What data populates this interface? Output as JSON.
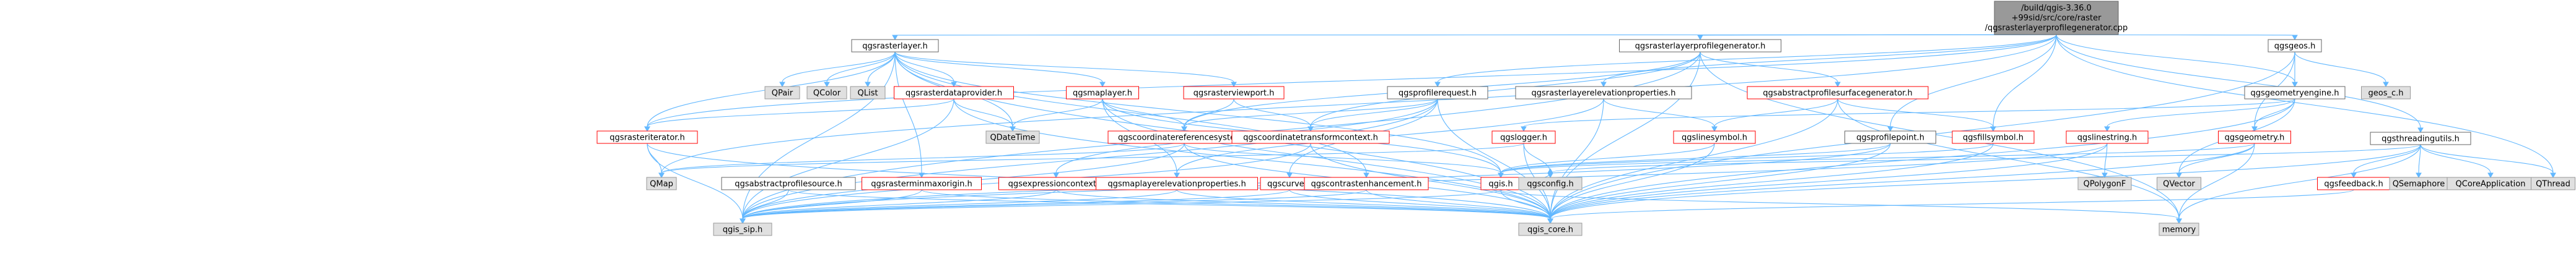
{
  "title_lines": [
    "/build/qgis-3.36.0",
    "+99sid/src/core/raster",
    "/qgsrasterlayerprofilegenerator.cpp"
  ],
  "colors": {
    "root_fill": "#999999",
    "linked_fill": "#ffffff",
    "linked_border": "#ff0000",
    "plain_fill": "#e0e0e0",
    "plain_border": "#999999",
    "edge": "#63b8ff"
  },
  "nodes": [
    {
      "id": "qgsrasterlayer_h",
      "label": "qgsrasterlayer.h",
      "kind": "plain"
    },
    {
      "id": "qgsrasterlayerprofilegenerator_h",
      "label": "qgsrasterlayerprofilegenerator.h",
      "kind": "plain"
    },
    {
      "id": "qgsgeos_h",
      "label": "qgsgeos.h",
      "kind": "plain"
    },
    {
      "id": "qpair",
      "label": "QPair",
      "kind": "external"
    },
    {
      "id": "qcolor",
      "label": "QColor",
      "kind": "external"
    },
    {
      "id": "qlist",
      "label": "QList",
      "kind": "external"
    },
    {
      "id": "qgsrasterdataprovider_h",
      "label": "qgsrasterdataprovider.h",
      "kind": "linked"
    },
    {
      "id": "qgsmaplayer_h",
      "label": "qgsmaplayer.h",
      "kind": "linked"
    },
    {
      "id": "qgsrasterviewport_h",
      "label": "qgsrasterviewport.h",
      "kind": "linked"
    },
    {
      "id": "qgsprofilerequest_h",
      "label": "qgsprofilerequest.h",
      "kind": "plain"
    },
    {
      "id": "qgsrasterlayerelevationproperties_h",
      "label": "qgsrasterlayerelevationproperties.h",
      "kind": "plain"
    },
    {
      "id": "qgsabstractprofilesurfacegenerator_h",
      "label": "qgsabstractprofilesurfacegenerator.h",
      "kind": "linked"
    },
    {
      "id": "qgsgeometryengine_h",
      "label": "qgsgeometryengine.h",
      "kind": "plain"
    },
    {
      "id": "geos_c_h",
      "label": "geos_c.h",
      "kind": "external"
    },
    {
      "id": "qgsthreadingutils_h",
      "label": "qgsthreadingutils.h",
      "kind": "plain"
    },
    {
      "id": "qgsrasteriterator_h",
      "label": "qgsrasteriterator.h",
      "kind": "linked"
    },
    {
      "id": "qdatetime",
      "label": "QDateTime",
      "kind": "external"
    },
    {
      "id": "qgscoordinatereferencesystem_h",
      "label": "qgscoordinatereferencesystem.h",
      "kind": "linked"
    },
    {
      "id": "qgscoordinatetransformcontext_h",
      "label": "qgscoordinatetransformcontext.h",
      "kind": "linked"
    },
    {
      "id": "qgslogger_h",
      "label": "qgslogger.h",
      "kind": "linked"
    },
    {
      "id": "qgslinesymbol_h",
      "label": "qgslinesymbol.h",
      "kind": "linked"
    },
    {
      "id": "qgsprofilepoint_h",
      "label": "qgsprofilepoint.h",
      "kind": "plain"
    },
    {
      "id": "qgsfillsymbol_h",
      "label": "qgsfillsymbol.h",
      "kind": "linked"
    },
    {
      "id": "qgslinestring_h",
      "label": "qgslinestring.h",
      "kind": "linked"
    },
    {
      "id": "qgsgeometry_h",
      "label": "qgsgeometry.h",
      "kind": "linked"
    },
    {
      "id": "qmap",
      "label": "QMap",
      "kind": "external"
    },
    {
      "id": "qgsabstractprofilesource_h",
      "label": "qgsabstractprofilesource.h",
      "kind": "plain"
    },
    {
      "id": "qgsrasterminmaxorigin_h",
      "label": "qgsrasterminmaxorigin.h",
      "kind": "linked"
    },
    {
      "id": "qgsexpressioncontext_h",
      "label": "qgsexpressioncontext.h",
      "kind": "linked"
    },
    {
      "id": "qgsmaplayerelevationproperties_h",
      "label": "qgsmaplayerelevationproperties.h",
      "kind": "linked"
    },
    {
      "id": "qgscurve_h",
      "label": "qgscurve.h",
      "kind": "linked"
    },
    {
      "id": "qgscontrastenhancement_h",
      "label": "qgscontrastenhancement.h",
      "kind": "linked"
    },
    {
      "id": "qgis_h",
      "label": "qgis.h",
      "kind": "linked"
    },
    {
      "id": "qgsconfig_h",
      "label": "qgsconfig.h",
      "kind": "external"
    },
    {
      "id": "qpolygonf",
      "label": "QPolygonF",
      "kind": "external"
    },
    {
      "id": "qgsfeedback_h",
      "label": "qgsfeedback.h",
      "kind": "linked"
    },
    {
      "id": "qsemaphore",
      "label": "QSemaphore",
      "kind": "external"
    },
    {
      "id": "qcoreapplication",
      "label": "QCoreApplication",
      "kind": "external"
    },
    {
      "id": "qthread",
      "label": "QThread",
      "kind": "external"
    },
    {
      "id": "qvector",
      "label": "QVector",
      "kind": "external"
    },
    {
      "id": "qgis_sip_h",
      "label": "qgis_sip.h",
      "kind": "external"
    },
    {
      "id": "qgis_core_h",
      "label": "qgis_core.h",
      "kind": "external"
    },
    {
      "id": "memory",
      "label": "memory",
      "kind": "external"
    }
  ],
  "edges": [
    [
      "root",
      "qgsrasterlayer_h"
    ],
    [
      "root",
      "qgsrasterlayerprofilegenerator_h"
    ],
    [
      "root",
      "qgsgeos_h"
    ],
    [
      "root",
      "qgsrasteriterator_h"
    ],
    [
      "root",
      "qmap"
    ],
    [
      "root",
      "qgsprofilerequest_h"
    ],
    [
      "root",
      "qgsrasterlayerelevationproperties_h"
    ],
    [
      "root",
      "qgsprofilepoint_h"
    ],
    [
      "root",
      "qgsfillsymbol_h"
    ],
    [
      "root",
      "qgsgeometryengine_h"
    ],
    [
      "root",
      "qgsthreadingutils_h"
    ],
    [
      "root",
      "qthread"
    ],
    [
      "qgsrasterlayer_h",
      "qpair"
    ],
    [
      "qgsrasterlayer_h",
      "qcolor"
    ],
    [
      "qgsrasterlayer_h",
      "qlist"
    ],
    [
      "qgsrasterlayer_h",
      "qgsrasterdataprovider_h"
    ],
    [
      "qgsrasterlayer_h",
      "qgsmaplayer_h"
    ],
    [
      "qgsrasterlayer_h",
      "qgsrasterviewport_h"
    ],
    [
      "qgsrasterlayer_h",
      "qdatetime"
    ],
    [
      "qgsrasterlayer_h",
      "qgis_core_h"
    ],
    [
      "qgsrasterlayer_h",
      "qgis_sip_h"
    ],
    [
      "qgsrasterlayer_h",
      "qgsrasterminmaxorigin_h"
    ],
    [
      "qgsrasterlayer_h",
      "qgscontrastenhancement_h"
    ],
    [
      "qgsrasterlayer_h",
      "qgis_h"
    ],
    [
      "qgsrasterlayer_h",
      "qgsrasteriterator_h"
    ],
    [
      "qgsrasterlayerprofilegenerator_h",
      "qgsabstractprofilesurfacegenerator_h"
    ],
    [
      "qgsrasterlayerprofilegenerator_h",
      "qgscoordinatereferencesystem_h"
    ],
    [
      "qgsrasterlayerprofilegenerator_h",
      "qgscoordinatetransformcontext_h"
    ],
    [
      "qgsrasterlayerprofilegenerator_h",
      "qgis_core_h"
    ],
    [
      "qgsrasterlayerprofilegenerator_h",
      "qgis_sip_h"
    ],
    [
      "qgsrasterlayerprofilegenerator_h",
      "memory"
    ],
    [
      "qgsgeos_h",
      "geos_c_h"
    ],
    [
      "qgsgeos_h",
      "qgsgeometryengine_h"
    ],
    [
      "qgsgeos_h",
      "qgsgeometry_h"
    ],
    [
      "qgsgeos_h",
      "qgis_core_h"
    ],
    [
      "qgsrasterdataprovider_h",
      "qdatetime"
    ],
    [
      "qgsrasterdataprovider_h",
      "qgis_core_h"
    ],
    [
      "qgsrasterdataprovider_h",
      "qgis_sip_h"
    ],
    [
      "qgsrasterdataprovider_h",
      "qgsrasteriterator_h"
    ],
    [
      "qgsmaplayer_h",
      "qdatetime"
    ],
    [
      "qgsmaplayer_h",
      "qgscoordinatereferencesystem_h"
    ],
    [
      "qgsmaplayer_h",
      "qgsmaplayerelevationproperties_h"
    ],
    [
      "qgsmaplayer_h",
      "qgis_h"
    ],
    [
      "qgsmaplayer_h",
      "qgis_core_h"
    ],
    [
      "qgsrasterviewport_h",
      "qgscoordinatereferencesystem_h"
    ],
    [
      "qgsrasterviewport_h",
      "qgscoordinatetransformcontext_h"
    ],
    [
      "qgsprofilerequest_h",
      "qgscoordinatereferencesystem_h"
    ],
    [
      "qgsprofilerequest_h",
      "qgscoordinatetransformcontext_h"
    ],
    [
      "qgsprofilerequest_h",
      "qgsexpressioncontext_h"
    ],
    [
      "qgsprofilerequest_h",
      "qgscurve_h"
    ],
    [
      "qgsprofilerequest_h",
      "qgis_core_h"
    ],
    [
      "qgsprofilerequest_h",
      "qgis_sip_h"
    ],
    [
      "qgsrasterlayerelevationproperties_h",
      "qgsmaplayerelevationproperties_h"
    ],
    [
      "qgsrasterlayerelevationproperties_h",
      "qgis_core_h"
    ],
    [
      "qgsrasterlayerelevationproperties_h",
      "qgslinesymbol_h"
    ],
    [
      "qgsabstractprofilesurfacegenerator_h",
      "qgslinesymbol_h"
    ],
    [
      "qgsabstractprofilesurfacegenerator_h",
      "qgsfillsymbol_h"
    ],
    [
      "qgsabstractprofilesurfacegenerator_h",
      "qgis_core_h"
    ],
    [
      "qgsabstractprofilesurfacegenerator_h",
      "memory"
    ],
    [
      "qgsgeometryengine_h",
      "qgslogger_h"
    ],
    [
      "qgsgeometryengine_h",
      "qgslinestring_h"
    ],
    [
      "qgsgeometryengine_h",
      "qgsgeometry_h"
    ],
    [
      "qgsgeometryengine_h",
      "qvector"
    ],
    [
      "qgsgeometryengine_h",
      "qgis_core_h"
    ],
    [
      "qgsthreadingutils_h",
      "qgsfeedback_h"
    ],
    [
      "qgsthreadingutils_h",
      "qsemaphore"
    ],
    [
      "qgsthreadingutils_h",
      "qcoreapplication"
    ],
    [
      "qgsthreadingutils_h",
      "qthread"
    ],
    [
      "qgsthreadingutils_h",
      "qgis_core_h"
    ],
    [
      "qgsthreadingutils_h",
      "qgsconfig_h"
    ],
    [
      "qgsthreadingutils_h",
      "memory"
    ],
    [
      "qgsrasteriterator_h",
      "qmap"
    ],
    [
      "qgsrasteriterator_h",
      "qgis_sip_h"
    ],
    [
      "qgsrasteriterator_h",
      "qgis_core_h"
    ],
    [
      "qgscoordinatereferencesystem_h",
      "qmap"
    ],
    [
      "qgscoordinatereferencesystem_h",
      "qgis_core_h"
    ],
    [
      "qgscoordinatereferencesystem_h",
      "qgis_sip_h"
    ],
    [
      "qgscoordinatereferencesystem_h",
      "qgis_h"
    ],
    [
      "qgscoordinatetransformcontext_h",
      "qgis_core_h"
    ],
    [
      "qgscoordinatetransformcontext_h",
      "qgis_sip_h"
    ],
    [
      "qgslogger_h",
      "qgis_core_h"
    ],
    [
      "qgslogger_h",
      "qgsconfig_h"
    ],
    [
      "qgslogger_h",
      "qmap"
    ],
    [
      "qgslinesymbol_h",
      "qgis_core_h"
    ],
    [
      "qgslinesymbol_h",
      "qgis_h"
    ],
    [
      "qgsprofilepoint_h",
      "qgis_core_h"
    ],
    [
      "qgsprofilepoint_h",
      "qgis_h"
    ],
    [
      "qgsprofilepoint_h",
      "qgis_sip_h"
    ],
    [
      "qgsfillsymbol_h",
      "qgis_core_h"
    ],
    [
      "qgsfillsymbol_h",
      "qgis_h"
    ],
    [
      "qgslinestring_h",
      "qpolygonf"
    ],
    [
      "qgslinestring_h",
      "qgis_core_h"
    ],
    [
      "qgslinestring_h",
      "qgis_sip_h"
    ],
    [
      "qgsgeometry_h",
      "qvector"
    ],
    [
      "qgsgeometry_h",
      "qgis_core_h"
    ],
    [
      "qgsgeometry_h",
      "memory"
    ],
    [
      "qgsgeometry_h",
      "qgis_h"
    ],
    [
      "qgsabstractprofilesource_h",
      "qgis_core_h"
    ],
    [
      "qgsabstractprofilesource_h",
      "qgis_sip_h"
    ],
    [
      "qgsrasterminmaxorigin_h",
      "qgis_core_h"
    ],
    [
      "qgsrasterminmaxorigin_h",
      "qgis_sip_h"
    ],
    [
      "qgsexpressioncontext_h",
      "qgis_core_h"
    ],
    [
      "qgsexpressioncontext_h",
      "qgis_sip_h"
    ],
    [
      "qgsmaplayerelevationproperties_h",
      "qgis_core_h"
    ],
    [
      "qgsmaplayerelevationproperties_h",
      "qgis_sip_h"
    ],
    [
      "qgscurve_h",
      "qgis_core_h"
    ],
    [
      "qgscurve_h",
      "qgis_sip_h"
    ],
    [
      "qgscontrastenhancement_h",
      "qgis_core_h"
    ],
    [
      "qgscontrastenhancement_h",
      "qgis_sip_h"
    ],
    [
      "qgis_h",
      "qgis_core_h"
    ],
    [
      "qgis_h",
      "qgis_sip_h"
    ],
    [
      "qgis_h",
      "qgsconfig_h"
    ],
    [
      "qgis_h",
      "memory"
    ],
    [
      "qgsfeedback_h",
      "qgis_core_h"
    ]
  ]
}
